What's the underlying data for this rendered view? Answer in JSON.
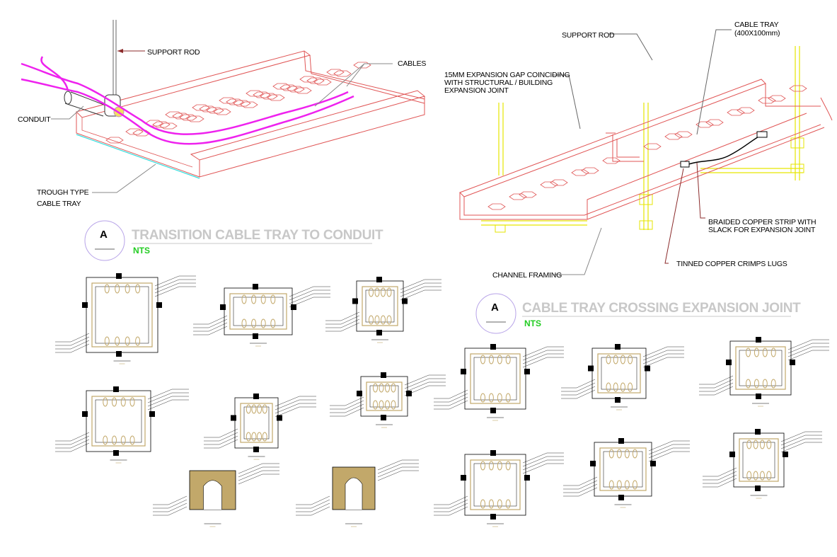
{
  "detail_a": {
    "tag": "A",
    "title": "TRANSITION CABLE TRAY TO CONDUIT",
    "scale": "NTS",
    "labels": {
      "support_rod": "SUPPORT ROD",
      "cables": "CABLES",
      "conduit": "CONDUIT",
      "trough_line1": "TROUGH TYPE",
      "trough_line2": "CABLE TRAY"
    }
  },
  "detail_b": {
    "tag": "A",
    "title": "CABLE TRAY CROSSING EXPANSION JOINT",
    "scale": "NTS",
    "labels": {
      "support_rod": "SUPPORT ROD",
      "cable_tray_line1": "CABLE TRAY",
      "cable_tray_line2": "(400X100mm)",
      "gap_line1": "15MM EXPANSION GAP COINCIDING",
      "gap_line2": "WITH STRUCTURAL / BUILDING",
      "gap_line3": "EXPANSION JOINT",
      "braided_line1": "BRAIDED COPPER STRIP WITH",
      "braided_line2": "SLACK FOR EXPANSION JOINT",
      "lugs": "TINNED COPPER CRIMPS LUGS",
      "channel": "CHANNEL FRAMING"
    }
  },
  "colors": {
    "tray": "#e05555",
    "cable": "#ee22ee",
    "rod": "#e6e600",
    "plan_fill": "#c2a86a",
    "title_gray": "#c8c8c8",
    "nts_green": "#22cc22",
    "leader": "#888888",
    "circle": "#b7a3e8"
  }
}
